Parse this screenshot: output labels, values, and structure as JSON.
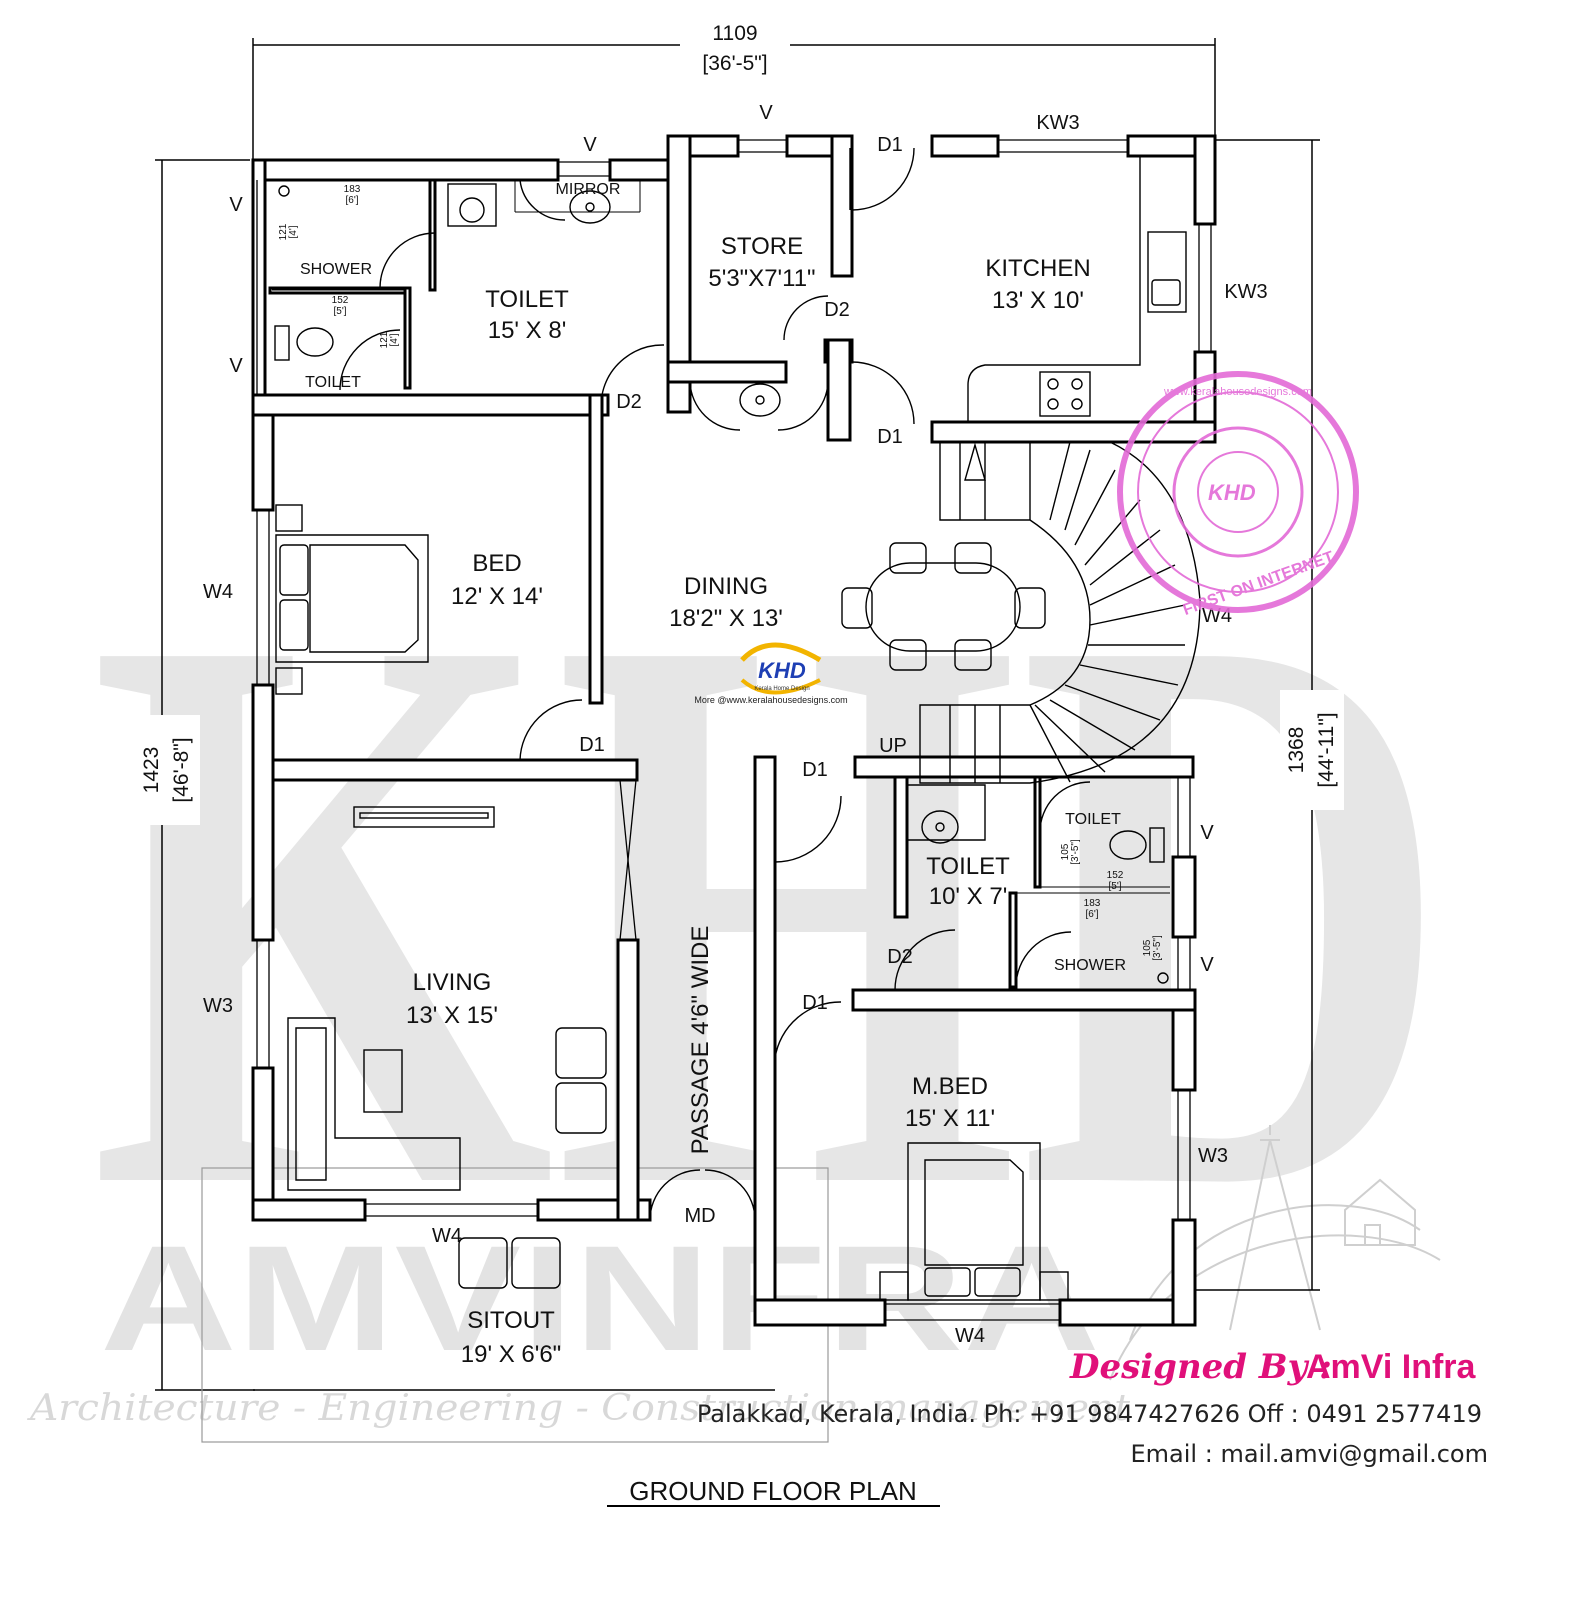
{
  "dimensions": {
    "top": {
      "value": "1109",
      "imperial": "[36'-5\"]"
    },
    "left": {
      "value": "1423",
      "imperial": "[46'-8\"]"
    },
    "right": {
      "value": "1368",
      "imperial": "[44'-11\"]"
    }
  },
  "rooms": {
    "store": {
      "name": "STORE",
      "size": "5'3\"X7'11\""
    },
    "kitchen": {
      "name": "KITCHEN",
      "size": "13' X 10'"
    },
    "toilet_top": {
      "name": "TOILET",
      "size": "15' X 8'"
    },
    "bed": {
      "name": "BED",
      "size": "12'  X 14'"
    },
    "dining": {
      "name": "DINING",
      "size": "18'2\" X 13'"
    },
    "living": {
      "name": "LIVING",
      "size": "13' X 15'"
    },
    "toilet_mid": {
      "name": "TOILET",
      "size": "10' X 7'"
    },
    "mbed": {
      "name": "M.BED",
      "size": "15' X 11'"
    },
    "sitout": {
      "name": "SITOUT",
      "size": "19' X 6'6\""
    },
    "passage": "PASSAGE 4'6\" WIDE",
    "shower_top": "SHOWER",
    "toilet_small_top": "TOILET",
    "toilet_small_mid": "TOILET",
    "shower_mid": "SHOWER",
    "mirror": "MIRROR"
  },
  "openings": {
    "v": "V",
    "kw3": "KW3",
    "d1": "D1",
    "d2": "D2",
    "w4": "W4",
    "w3": "W3",
    "md": "MD",
    "up": "UP"
  },
  "small_dims": {
    "d183": "183",
    "d183i": "[6']",
    "d152": "152",
    "d152i": "[5']",
    "d121": "121",
    "d121i": "[4']",
    "d105": "105",
    "d105i": "[3'-5\"]"
  },
  "watermark": {
    "initials": "KHD",
    "company": "AMVINFRA",
    "tagline": "Architecture - Engineering - Construction management",
    "stamp_text": "www.keralahousedesigns.com",
    "stamp_text2": "FIRST ON INTERNET",
    "logo_text": "KHD",
    "logo_sub": "Kerala Home Design",
    "logo_url": "More @www.keralahousedesigns.com"
  },
  "credits": {
    "designed_by": "Designed By :",
    "company": "AmVi Infra",
    "address": "Palakkad, Kerala, India.  Ph: +91 9847427626 Off : 0491 2577419",
    "email": "Email : mail.amvi@gmail.com"
  },
  "title": "GROUND FLOOR PLAN",
  "colors": {
    "accent": "#e0107a",
    "stamp": "#e36ad6",
    "logo_blue": "#1e3fb4",
    "logo_yellow": "#f2b400"
  }
}
